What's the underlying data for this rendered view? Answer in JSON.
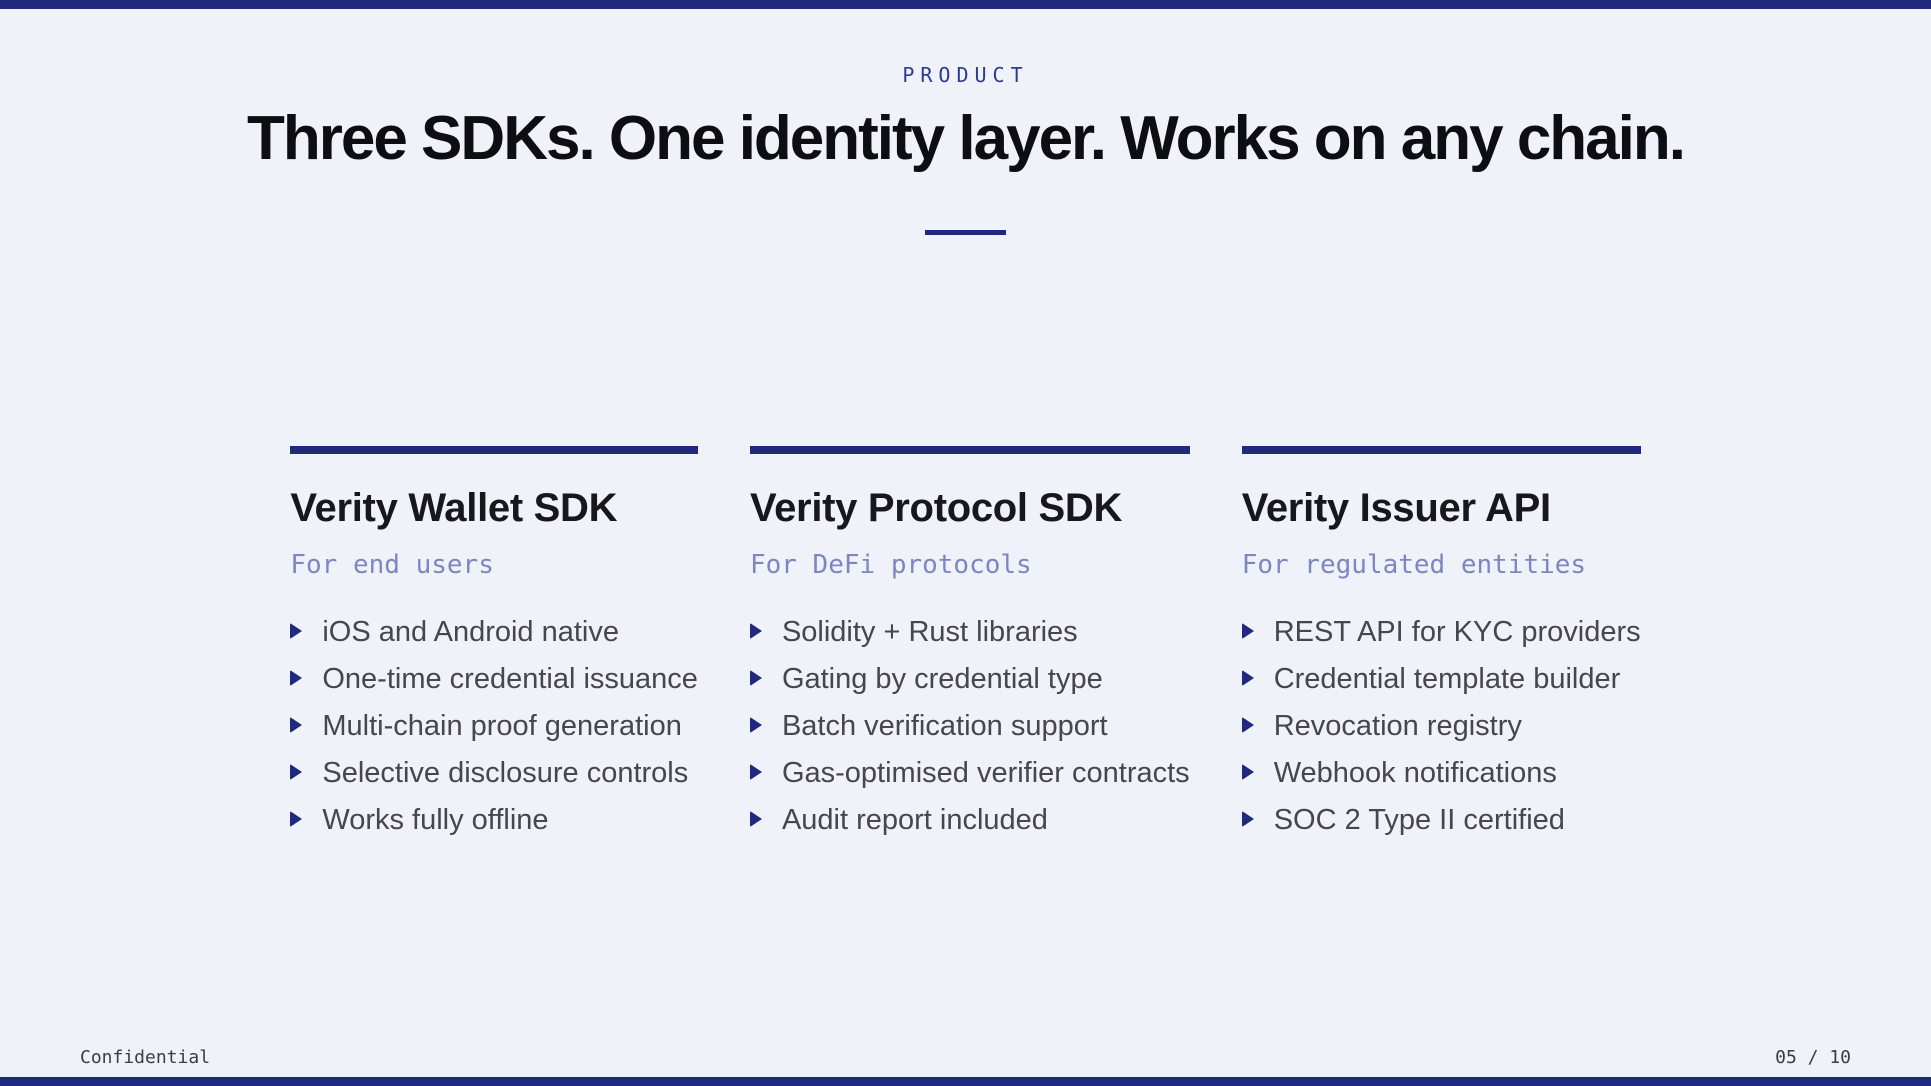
{
  "colors": {
    "navy": "#1f2a7e",
    "eyebrow": "#2c3a94",
    "subtitle": "#7e86c2",
    "headline": "#0d0d12",
    "body_text": "#46464e",
    "background": "#eff2f8",
    "footer_text": "#3c3c42"
  },
  "header": {
    "eyebrow": "PRODUCT",
    "title": "Three SDKs. One identity layer. Works on any chain."
  },
  "columns": [
    {
      "title": "Verity Wallet SDK",
      "subtitle": "For end users",
      "items": [
        "iOS and Android native",
        "One-time credential issuance",
        "Multi-chain proof generation",
        "Selective disclosure controls",
        "Works fully offline"
      ]
    },
    {
      "title": "Verity Protocol SDK",
      "subtitle": "For DeFi protocols",
      "items": [
        "Solidity + Rust libraries",
        "Gating by credential type",
        "Batch verification support",
        "Gas-optimised verifier contracts",
        "Audit report included"
      ]
    },
    {
      "title": "Verity Issuer API",
      "subtitle": "For regulated entities",
      "items": [
        "REST API for KYC providers",
        "Credential template builder",
        "Revocation registry",
        "Webhook notifications",
        "SOC 2 Type II certified"
      ]
    }
  ],
  "footer": {
    "left": "Confidential",
    "right": "05 / 10"
  }
}
